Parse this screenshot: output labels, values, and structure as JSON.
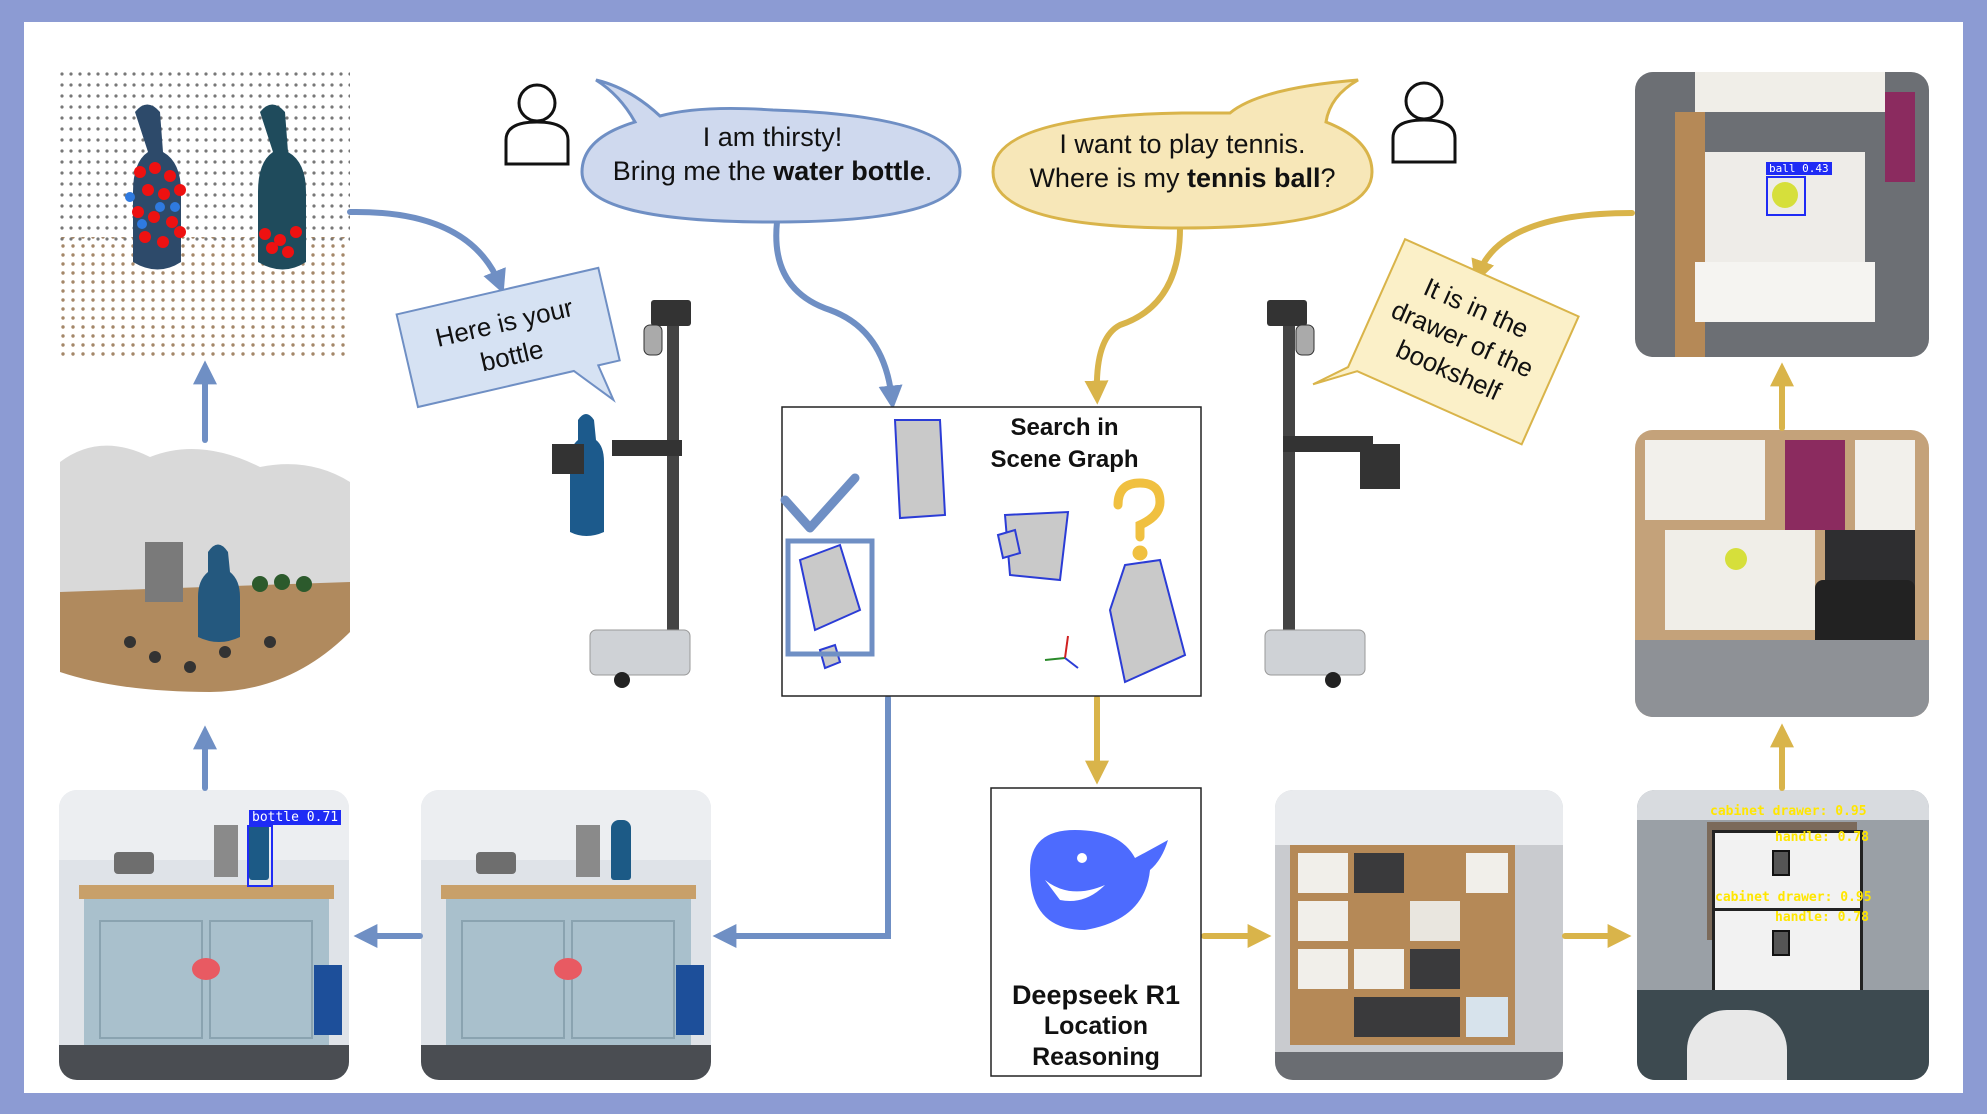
{
  "speech": {
    "left_bubble": {
      "line1": "I am thirsty!",
      "line2_prefix": "Bring me the ",
      "line2_bold": "water bottle",
      "line2_suffix": "."
    },
    "right_bubble": {
      "line1": "I want to play tennis.",
      "line2_prefix": "Where is my ",
      "line2_bold": "tennis ball",
      "line2_suffix": "?"
    },
    "robot_left_reply": {
      "line1": "Here is your",
      "line2": "bottle"
    },
    "robot_right_reply": {
      "line1": "It is in the",
      "line2": "drawer of the",
      "line3": "bookshelf"
    }
  },
  "scene_graph": {
    "title_line1": "Search in",
    "title_line2": "Scene Graph"
  },
  "reasoning": {
    "line1": "Deepseek R1",
    "line2": "Location",
    "line3": "Reasoning"
  },
  "detections": {
    "bottle": "bottle 0.71",
    "ball": "ball 0.43",
    "drawer1": "cabinet drawer: 0.95",
    "handle1": "handle: 0.78",
    "drawer2": "cabinet drawer: 0.95",
    "handle2": "handle: 0.78"
  },
  "colors": {
    "blue_flow": "#6f8fc4",
    "yellow_flow": "#d9b44a",
    "frame": "#8c9bd3",
    "box_blue": "#2b3cd6",
    "det_blue": "#1f2bf5",
    "det_yellow": "#ffe600"
  },
  "icons": [
    "user-icon",
    "checkmark-icon",
    "question-mark-icon",
    "whale-logo-icon",
    "robot-icon"
  ]
}
